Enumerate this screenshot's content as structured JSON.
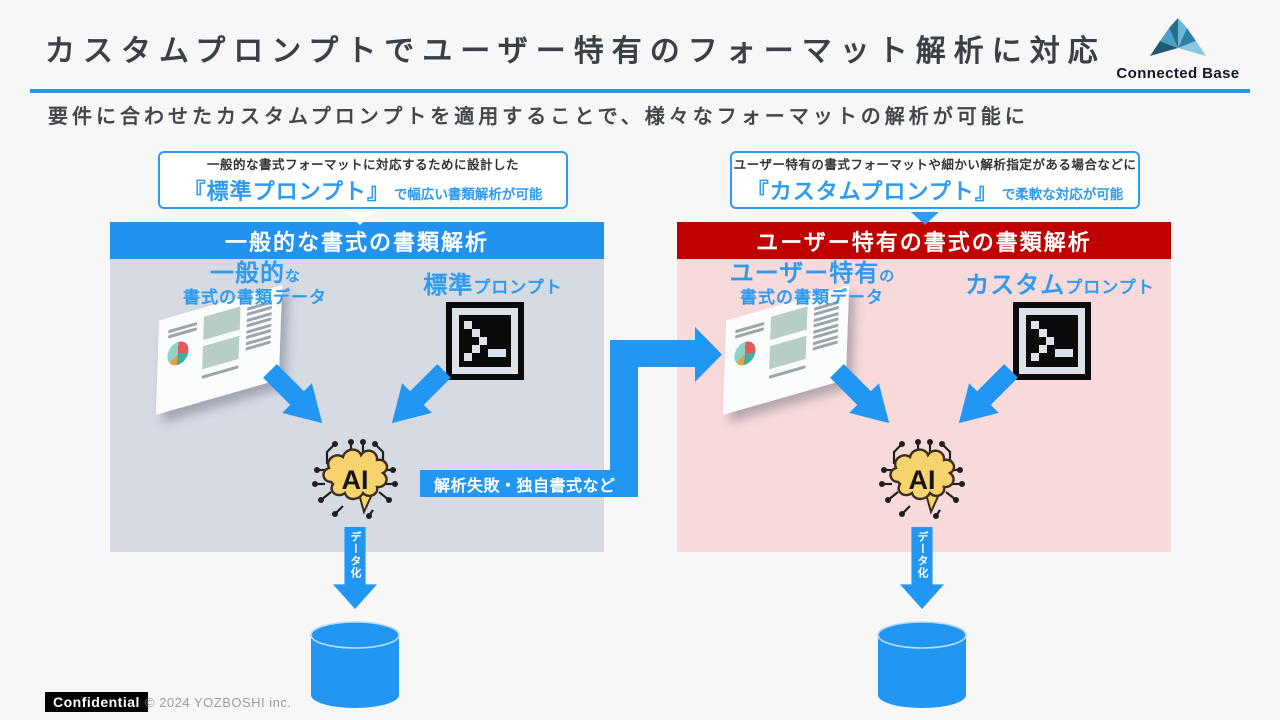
{
  "slide": {
    "title": "カスタムプロンプトでユーザー特有のフォーマット解析に対応",
    "subtitle": "要件に合わせたカスタムプロンプトを適用することで、様々なフォーマットの解析が可能に"
  },
  "logo": {
    "text": "Connected Base"
  },
  "callouts": {
    "left": {
      "line1": "一般的な書式フォーマットに対応するために設計した",
      "highlight": "『標準プロンプト』",
      "suffix": "で幅広い書類解析が可能"
    },
    "right": {
      "line1": "ユーザー特有の書式フォーマットや細かい解析指定がある場合などに",
      "highlight": "『カスタムプロンプト』",
      "suffix": "で柔軟な対応が可能"
    }
  },
  "panels": {
    "left": {
      "title": "一般的な書式の書類解析",
      "doc_label": {
        "main": "一般的",
        "small": "な",
        "sub": "書式の書類データ"
      },
      "prompt_label": {
        "main": "標準",
        "small": "プロンプト"
      },
      "ai_text": "AI",
      "dataize_label": "データ化"
    },
    "right": {
      "title": "ユーザー特有の書式の書類解析",
      "doc_label": {
        "main": "ユーザー特有",
        "small": "の",
        "sub": "書式の書類データ"
      },
      "prompt_label": {
        "main": "カスタム",
        "small": "プロンプト"
      },
      "ai_text": "AI",
      "dataize_label": "データ化"
    }
  },
  "flow_arrow": {
    "label": "解析失敗・独自書式など"
  },
  "footer": {
    "confidential": "Confidential",
    "copyright": "© 2024 YOZBOSHI inc."
  },
  "colors": {
    "accent_blue": "#2196f3",
    "text_blue": "#2e9bf0",
    "panel_left_header": "#2193ef",
    "panel_left_body": "#d5dae3",
    "panel_right_header": "#c00000",
    "panel_right_body": "#f8dadb",
    "brain_yellow": "#f7d36e",
    "title_text": "#3b4046"
  }
}
